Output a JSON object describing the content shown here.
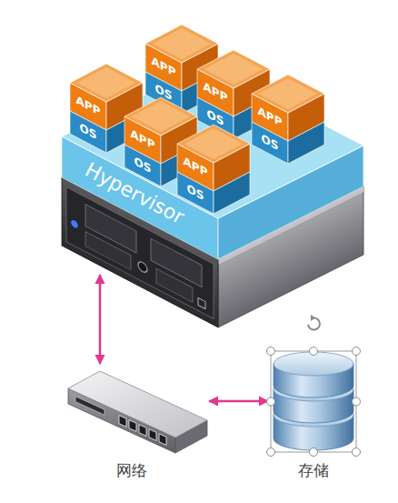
{
  "diagram": {
    "nodes": [
      {
        "text": [
          "Hypervisor"
        ]
      },
      {
        "text": [
          "APP",
          "OS"
        ],
        "in": 0
      },
      {
        "text": [
          "APP",
          "OS"
        ],
        "in": 0
      },
      {
        "text": [
          "APP",
          "OS"
        ],
        "in": 0
      },
      {
        "text": [
          "APP",
          "OS"
        ],
        "in": 0
      },
      {
        "text": [
          "APP",
          "OS"
        ],
        "in": 0
      },
      {
        "text": [
          "APP",
          "OS"
        ],
        "in": 0
      },
      {
        "text": [
          "网络"
        ]
      },
      {
        "text": [
          "存储"
        ]
      }
    ],
    "edges": [
      {
        "from": 0,
        "to": 7,
        "arrow": "both"
      },
      {
        "from": 7,
        "to": 8,
        "arrow": "both"
      }
    ]
  }
}
